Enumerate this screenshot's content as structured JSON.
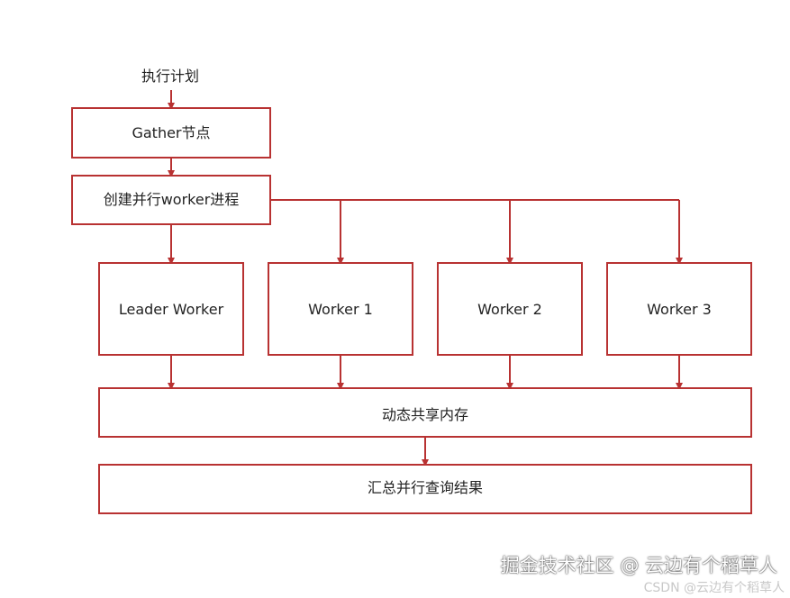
{
  "diagram": {
    "line_color": "#b83232",
    "nodes": {
      "input_label": "执行计划",
      "gather": "Gather节点",
      "spawn": "创建并行worker进程",
      "leader": "Leader Worker",
      "worker1": "Worker 1",
      "worker2": "Worker 2",
      "worker3": "Worker 3",
      "shared_memory": "动态共享内存",
      "aggregate": "汇总并行查询结果"
    }
  },
  "watermark": {
    "main": "掘金技术社区 @ 云边有个稻草人",
    "sub": "CSDN @云边有个稻草人"
  }
}
